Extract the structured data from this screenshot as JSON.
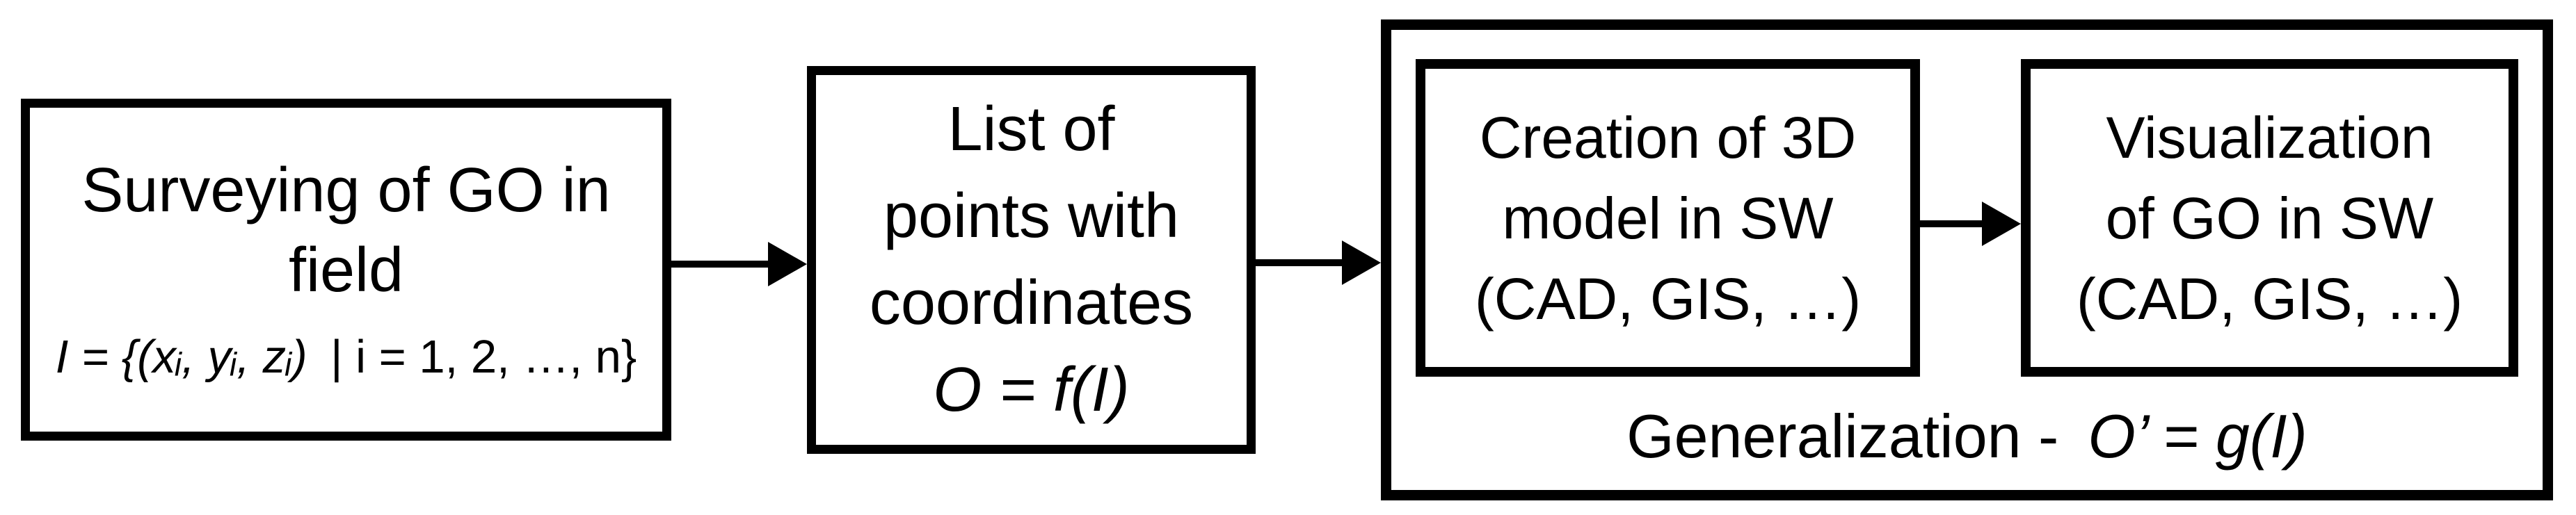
{
  "diagram": {
    "background_color": "#ffffff",
    "stroke_color": "#000000",
    "surveying_box": {
      "title_line1": "Surveying of GO in",
      "title_line2": "field",
      "formula_italic": "I = {(xᵢ, yᵢ, zᵢ)",
      "formula_upright": "| i = 1, 2, …, n}"
    },
    "points_box": {
      "line1": "List of",
      "line2": "points with",
      "line3": "coordinates",
      "formula": "O = f(I)"
    },
    "generalization_group": {
      "creation_box": {
        "line1": "Creation of 3D",
        "line2": "model in SW",
        "line3": "(CAD, GIS, …)"
      },
      "visualization_box": {
        "line1": "Visualization",
        "line2": "of GO in SW",
        "line3": "(CAD, GIS, …)"
      },
      "label_regular": "Generalization -",
      "label_italic": "O’ = g(I)"
    }
  }
}
